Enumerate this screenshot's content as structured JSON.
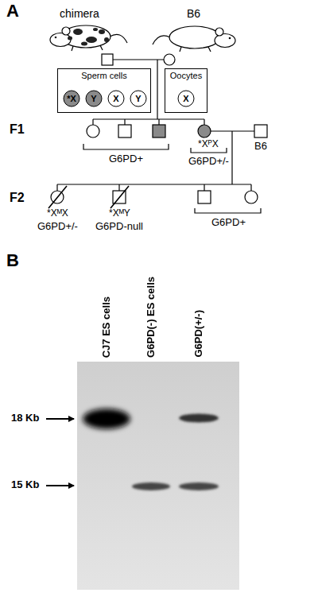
{
  "diagram": {
    "nodes": [
      {
        "text": [
          "Sperm cells"
        ]
      },
      {
        "text": [
          "*X"
        ],
        "in": 0
      },
      {
        "text": [
          "Y"
        ],
        "in": 0
      },
      {
        "text": [
          "X"
        ],
        "in": 0
      },
      {
        "text": [
          "Y"
        ],
        "in": 0
      },
      {
        "text": [
          "Oocytes"
        ]
      },
      {
        "text": [
          "X"
        ],
        "in": 5
      }
    ],
    "labels": [
      "A",
      "chimera",
      "B6",
      "F1",
      "G6PD+",
      "*XᴾX",
      "G6PD+/-",
      "B6",
      "F2",
      "*XᴹX",
      "G6PD+/-",
      "*XᴹY",
      "G6PD-null",
      "G6PD+",
      "B",
      "CJ7 ES cells",
      "G6PD(-) ES cells",
      "G6PD(+/-)",
      "18 Kb",
      "15 Kb"
    ]
  }
}
